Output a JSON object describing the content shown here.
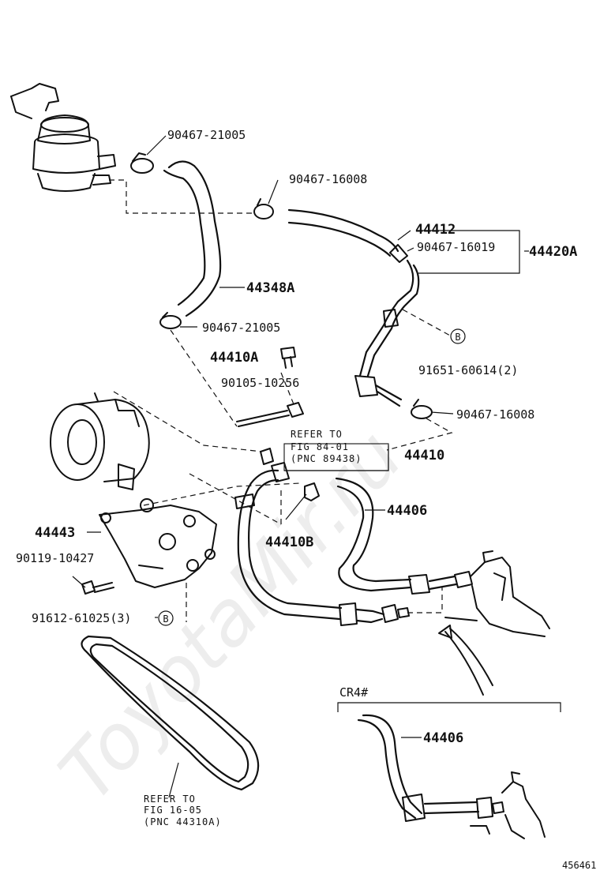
{
  "watermark": "ToyotaMir.ru",
  "figure_number": "456461",
  "labels": {
    "p90467_21005_top": "90467-21005",
    "p90467_16008_top": "90467-16008",
    "p44412": "44412",
    "p90467_16019": "90467-16019",
    "p44420A": "44420A",
    "p44348A": "44348A",
    "p90467_21005_mid": "90467-21005",
    "p44410A": "44410A",
    "p90105_10256": "90105-10256",
    "p91651_60614": "91651-60614(2)",
    "p90467_16008_mid": "90467-16008",
    "p44410": "44410",
    "p44406_main": "44406",
    "p44443": "44443",
    "p90119_10427": "90119-10427",
    "p44410B": "44410B",
    "p91612_61025": "91612-61025(3)",
    "p44406_cr4": "44406",
    "variant_cr4": "CR4#"
  },
  "callouts": {
    "marker_b": "B"
  },
  "references": {
    "fig84": {
      "line1": "REFER TO",
      "line2": "FIG 84-01",
      "line3": "(PNC 89438)"
    },
    "fig16": {
      "line1": "REFER TO",
      "line2": "FIG 16-05",
      "line3": "(PNC 44310A)"
    }
  }
}
